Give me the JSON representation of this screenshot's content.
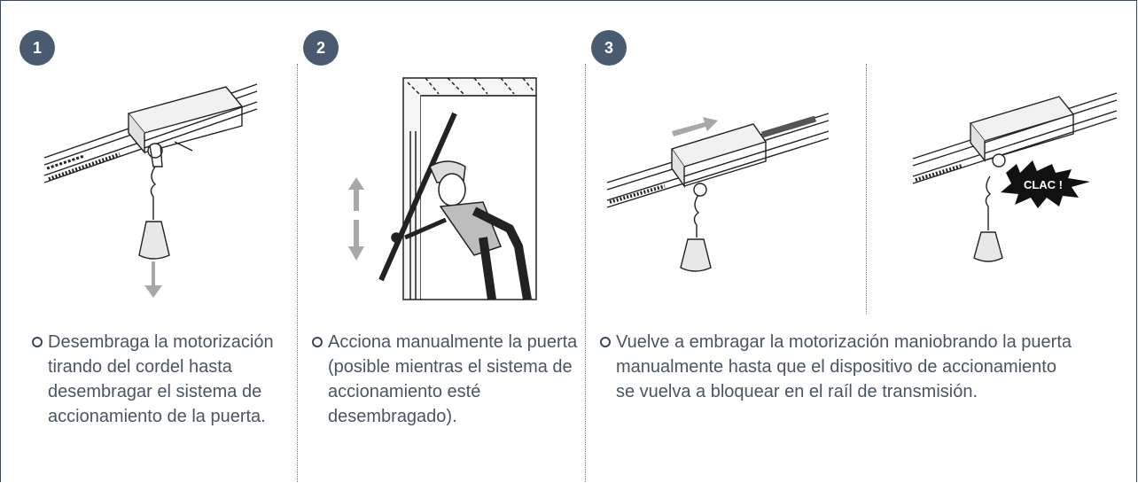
{
  "steps": [
    {
      "number": "1",
      "text": "Desembraga la motorización tirando del cordel hasta desembragar el sistema de accionamiento de la puerta."
    },
    {
      "number": "2",
      "text": "Acciona manualmente la puerta (posible mientras el sistema de accionamiento esté desembragado)."
    },
    {
      "number": "3",
      "text": "Vuelve a embragar la motorización maniobrando la puerta manualmente hasta que el dispositivo de accionamiento se vuelva a bloquear en el raíl de transmisión."
    }
  ],
  "clac_label": "CLAC !",
  "colors": {
    "badge": "#4a5a70",
    "arrow": "#a8a8a8",
    "text": "#4a5564"
  }
}
